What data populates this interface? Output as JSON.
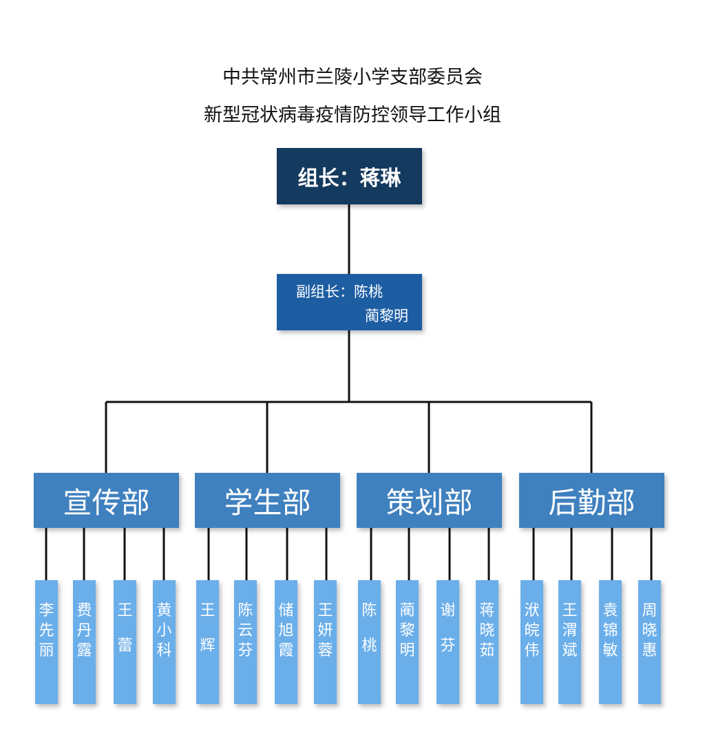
{
  "title": {
    "line1": "中共常州市兰陵小学支部委员会",
    "line2": "新型冠状病毒疫情防控领导工作小组"
  },
  "leader": {
    "text": "组长：蒋琳"
  },
  "deputy": {
    "line1": "副组长：陈桃",
    "line2": "蔺黎明"
  },
  "departments": [
    {
      "name": "宣传部",
      "members": [
        "李先丽",
        "费丹露",
        "王蕾",
        "黄小科"
      ]
    },
    {
      "name": "学生部",
      "members": [
        "王辉",
        "陈云芬",
        "储旭霞",
        "王妍蓉"
      ]
    },
    {
      "name": "策划部",
      "members": [
        "陈桃",
        "蔺黎明",
        "谢芬",
        "蒋晓茹"
      ]
    },
    {
      "name": "后勤部",
      "members": [
        "洑皖伟",
        "王渭斌",
        "袁锦敏",
        "周晓惠"
      ]
    }
  ],
  "colors": {
    "leader": "#153a5f",
    "deputy": "#1d5ea3",
    "department": "#3f80bf",
    "member": "#6aaeea",
    "connector": "#111111"
  }
}
